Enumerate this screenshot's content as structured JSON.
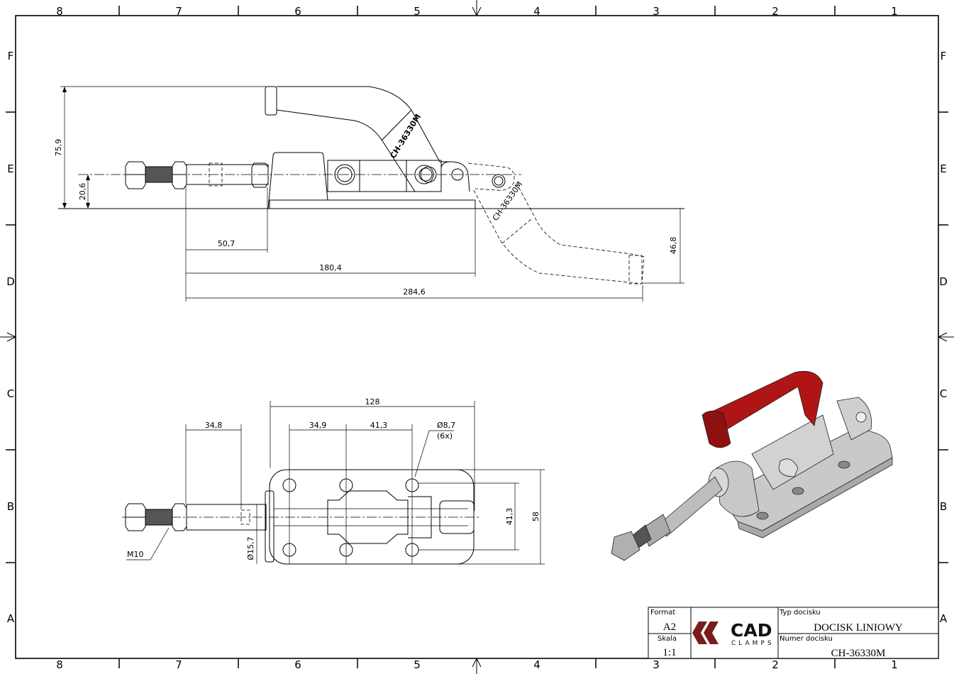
{
  "sheet": {
    "column_zones": [
      "8",
      "7",
      "6",
      "5",
      "4",
      "3",
      "2",
      "1"
    ],
    "row_zones": [
      "F",
      "E",
      "D",
      "C",
      "B",
      "A"
    ]
  },
  "side_view": {
    "dims": {
      "height_total": "75,9",
      "center_height": "20,6",
      "len_a": "50,7",
      "len_b": "180,4",
      "len_c": "284,6",
      "open_drop": "46,8"
    },
    "handle_mark": "CH-36330M"
  },
  "plan_view": {
    "dims": {
      "plate_length": "128",
      "rod_length": "34,8",
      "hole_pitch_a": "34,9",
      "hole_pitch_b": "41,3",
      "hole_dia": "Ø8,7",
      "hole_count": "(6x)",
      "hole_spacing": "41,3",
      "plate_width": "58",
      "rod_dia": "Ø15,7",
      "thread": "M10"
    }
  },
  "colors": {
    "handle_red": "#b01515",
    "body_gray": "#c9c9c9",
    "logo_red": "#7a1c1c"
  },
  "title_block": {
    "format_label": "Format",
    "format_value": "A2",
    "scale_label": "Skala",
    "scale_value": "1:1",
    "logo_main": "CAD",
    "logo_sub": "CLAMPS",
    "type_label": "Typ docisku",
    "type_value": "DOCISK LINIOWY",
    "number_label": "Numer docisku",
    "number_value": "CH-36330M"
  }
}
